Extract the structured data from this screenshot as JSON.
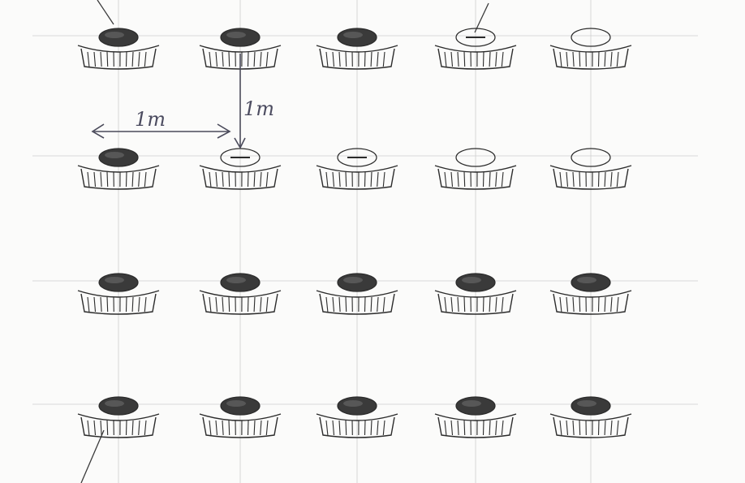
{
  "diagram": {
    "labels": {
      "horizontal_spacing": "1m",
      "vertical_spacing": "1m"
    },
    "grid": {
      "rows": 4,
      "cols": 5
    },
    "plants": [
      [
        "dark",
        "dark",
        "dark",
        "line",
        "empty"
      ],
      [
        "dark",
        "line",
        "line",
        "empty",
        "empty"
      ],
      [
        "dark",
        "dark",
        "dark",
        "dark",
        "dark"
      ],
      [
        "dark",
        "dark",
        "dark",
        "dark",
        "dark"
      ]
    ],
    "colors": {
      "paper": "#fbfbfa",
      "grid_line": "#cfcfcf",
      "ink": "#2b2b2b",
      "dark_fill": "#3a3a3a",
      "label_ink": "#4c4c60"
    }
  }
}
